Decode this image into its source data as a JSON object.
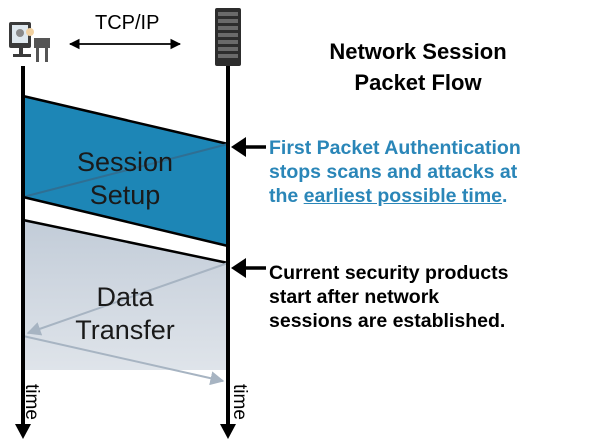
{
  "protocol_label": "TCP/IP",
  "title_lines": [
    "Network Session",
    "Packet Flow"
  ],
  "phases": {
    "setup": [
      "Session",
      "Setup"
    ],
    "transfer": [
      "Data",
      "Transfer"
    ]
  },
  "axis_label": "time",
  "annotations": {
    "fpa": {
      "line1": "First Packet Authentication",
      "line2": "stops scans and attacks at",
      "line3_pre": "the ",
      "line3_link": "earliest possible time",
      "line3_post": "."
    },
    "current": {
      "line1": "Current security products",
      "line2": "start after network",
      "line3": "sessions are established."
    }
  },
  "colors": {
    "setup_fill": "#1d86b6",
    "transfer_fill": "#cdd6e0",
    "accent_text": "#2a86b8",
    "line": "#000000",
    "faint_arrow": "#a7b4c2"
  },
  "icons": {
    "client": "user-at-computer-icon",
    "server": "server-tower-icon"
  }
}
